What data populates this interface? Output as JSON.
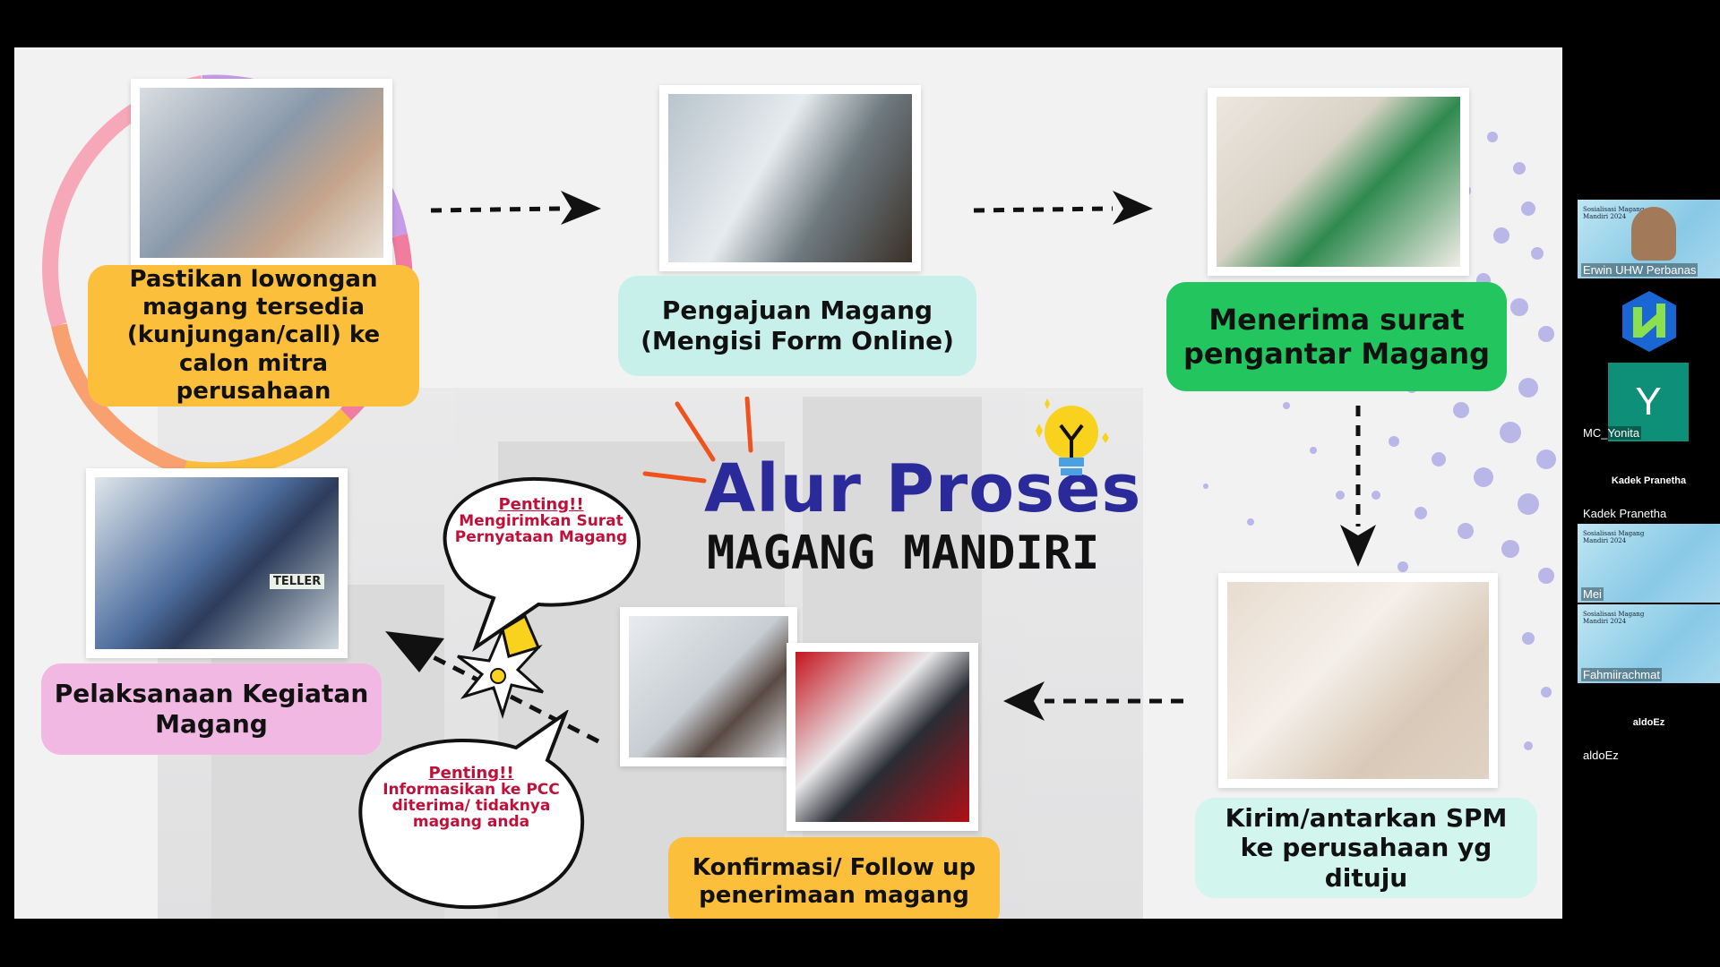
{
  "slide": {
    "title_line1": "Alur Proses",
    "title_line2": "MAGANG MANDIRI",
    "steps": [
      {
        "label": "Pastikan lowongan magang tersedia (kunjungan/call) ke calon mitra perusahaan",
        "color": "#fbbf3c"
      },
      {
        "label": "Pengajuan Magang (Mengisi Form Online)",
        "color": "#c8f0ea"
      },
      {
        "label": "Menerima surat pengantar Magang",
        "color": "#22c55e"
      },
      {
        "label": "Kirim/antarkan SPM ke perusahaan yg dituju",
        "color": "#d2f5ee"
      },
      {
        "label": "Konfirmasi/ Follow up penerimaan magang",
        "color": "#fbbf3c"
      },
      {
        "label": "Pelaksanaan Kegiatan Magang",
        "color": "#f0b8e2"
      }
    ],
    "bubble1": {
      "head": "Penting!!",
      "body": "Mengirimkan Surat Pernyataan Magang"
    },
    "bubble2": {
      "head": "Penting!!",
      "body": "Informasikan ke PCC diterima/ tidaknya magang anda"
    },
    "photo_tag": "TELLER"
  },
  "participants": [
    {
      "name": "Erwin UHW Perbanas",
      "thumb_title": "Sosialisasi Magang Mandiri 2024"
    },
    {
      "name": "",
      "thumb_title": ""
    },
    {
      "name": "MC_Yonita",
      "initial": "Y"
    },
    {
      "name": "Kadek Pranetha",
      "center_name": "Kadek Pranetha"
    },
    {
      "name": "Mei",
      "thumb_title": "Sosialisasi Magang Mandiri 2024"
    },
    {
      "name": "Fahmiirachmat",
      "thumb_title": "Sosialisasi Magang Mandiri 2024"
    },
    {
      "name": "aldoEz",
      "center_name": "aldoEz"
    }
  ],
  "colors": {
    "title_blue": "#2a2a9a",
    "accent_green": "#22c55e",
    "accent_yellow": "#fbbf3c",
    "dot_purple": "#b9b6e8",
    "tile_teal": "#0e8f78"
  }
}
